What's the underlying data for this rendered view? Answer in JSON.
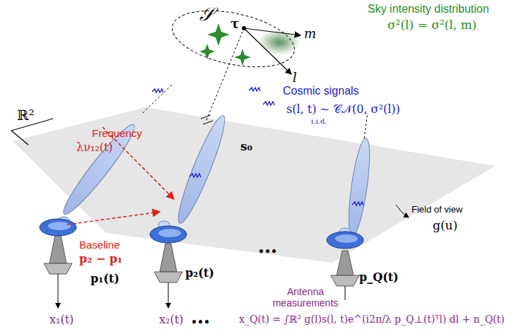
{
  "diagram": {
    "labels": [
      "Sky intensity distribution",
      "σ²(l) = σ²(l, m)",
      "𝒮",
      "τ",
      "m",
      "l",
      "Cosmic signals",
      "s(l, t) ∼ 𝒞𝒩(0, σ²(l))",
      "i.i.d.",
      "ℝ²",
      "Frequency",
      "λν₁₂(t)",
      "s₀",
      "Field of view",
      "g(u)",
      "Baseline",
      "p₂ − p₁",
      "p₁(t)",
      "p₂(t)",
      "•••",
      "p_Q(t)",
      "Antenna measurements",
      "x₁(t)",
      "x₂(t)",
      "•••",
      "x_Q(t) = ∫ℝ² g(l)s(l, t)e^(i2π/λ p_Q⊥(t)ᵀl) dl + n_Q(t)"
    ]
  }
}
